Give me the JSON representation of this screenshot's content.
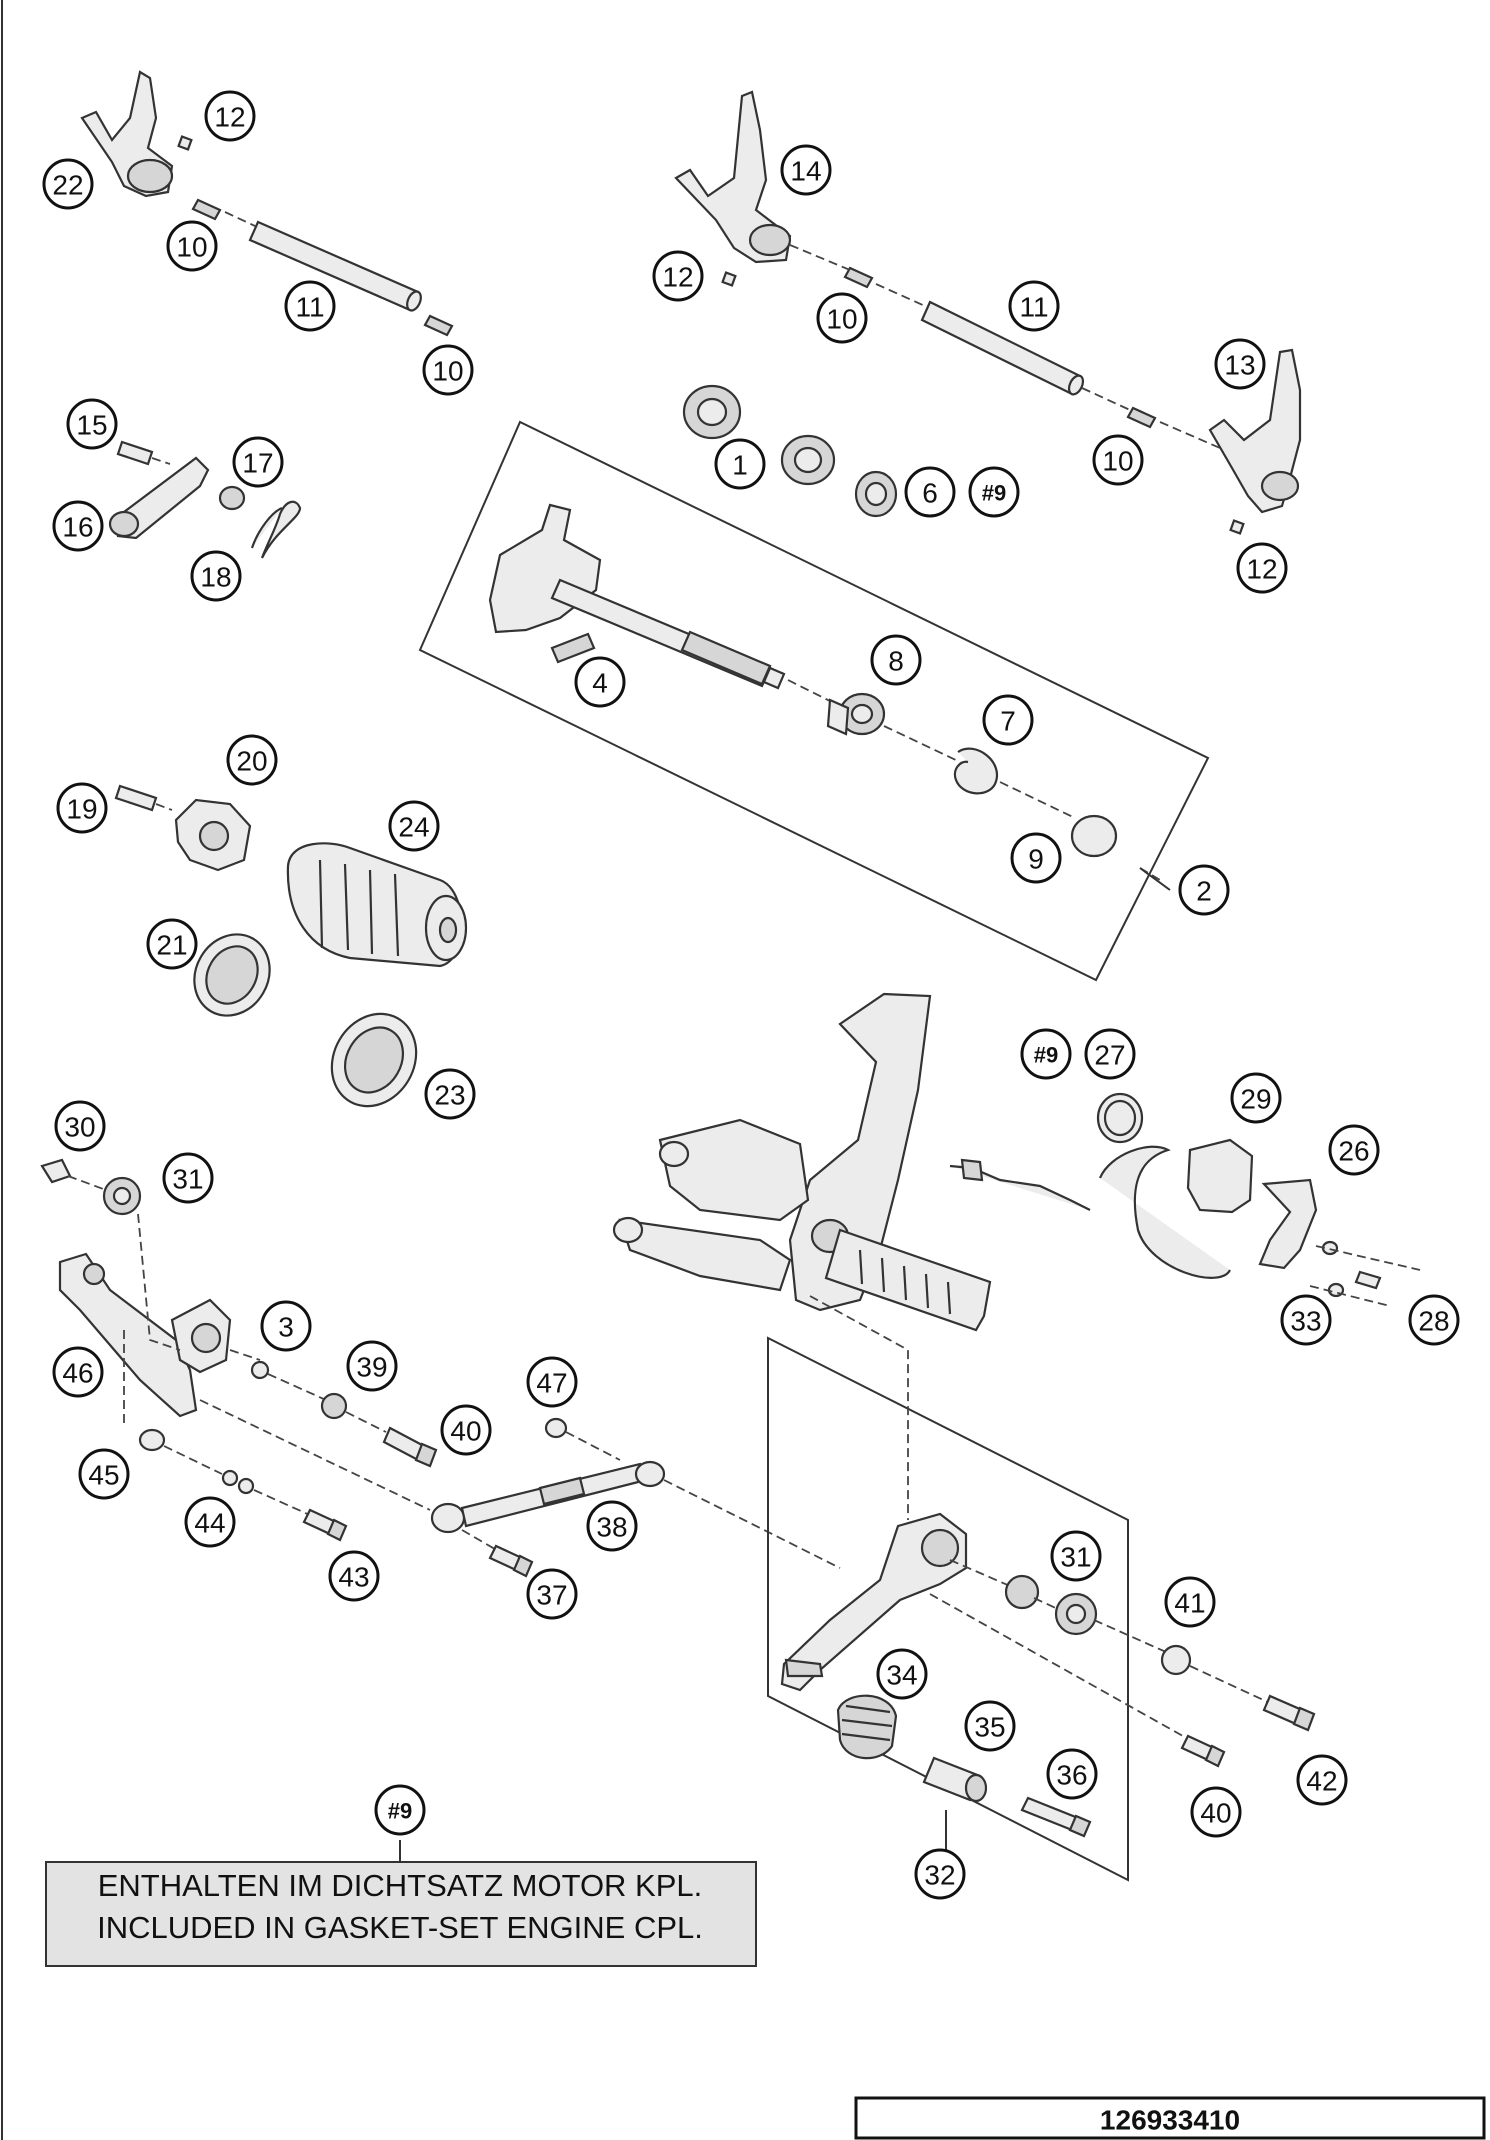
{
  "callouts": [
    {
      "id": "c12a",
      "label": "12"
    },
    {
      "id": "c22",
      "label": "22"
    },
    {
      "id": "c10a",
      "label": "10"
    },
    {
      "id": "c11a",
      "label": "11"
    },
    {
      "id": "c10b",
      "label": "10"
    },
    {
      "id": "c14",
      "label": "14"
    },
    {
      "id": "c12b",
      "label": "12"
    },
    {
      "id": "c10c",
      "label": "10"
    },
    {
      "id": "c11b",
      "label": "11"
    },
    {
      "id": "c13",
      "label": "13"
    },
    {
      "id": "c10d",
      "label": "10"
    },
    {
      "id": "c12c",
      "label": "12"
    },
    {
      "id": "c1",
      "label": "1"
    },
    {
      "id": "c6",
      "label": "6"
    },
    {
      "id": "c9h1",
      "label": "#9"
    },
    {
      "id": "c15",
      "label": "15"
    },
    {
      "id": "c17",
      "label": "17"
    },
    {
      "id": "c16",
      "label": "16"
    },
    {
      "id": "c18",
      "label": "18"
    },
    {
      "id": "c4",
      "label": "4"
    },
    {
      "id": "c8",
      "label": "8"
    },
    {
      "id": "c7",
      "label": "7"
    },
    {
      "id": "c9",
      "label": "9"
    },
    {
      "id": "c2",
      "label": "2"
    },
    {
      "id": "c20",
      "label": "20"
    },
    {
      "id": "c19",
      "label": "19"
    },
    {
      "id": "c24",
      "label": "24"
    },
    {
      "id": "c21",
      "label": "21"
    },
    {
      "id": "c23",
      "label": "23"
    },
    {
      "id": "c9h2",
      "label": "#9"
    },
    {
      "id": "c27",
      "label": "27"
    },
    {
      "id": "c29",
      "label": "29"
    },
    {
      "id": "c26",
      "label": "26"
    },
    {
      "id": "c30",
      "label": "30"
    },
    {
      "id": "c31a",
      "label": "31"
    },
    {
      "id": "c33",
      "label": "33"
    },
    {
      "id": "c28",
      "label": "28"
    },
    {
      "id": "c3",
      "label": "3"
    },
    {
      "id": "c39",
      "label": "39"
    },
    {
      "id": "c46",
      "label": "46"
    },
    {
      "id": "c40a",
      "label": "40"
    },
    {
      "id": "c47",
      "label": "47"
    },
    {
      "id": "c45",
      "label": "45"
    },
    {
      "id": "c44",
      "label": "44"
    },
    {
      "id": "c38",
      "label": "38"
    },
    {
      "id": "c43",
      "label": "43"
    },
    {
      "id": "c37",
      "label": "37"
    },
    {
      "id": "c31b",
      "label": "31"
    },
    {
      "id": "c41",
      "label": "41"
    },
    {
      "id": "c34",
      "label": "34"
    },
    {
      "id": "c35",
      "label": "35"
    },
    {
      "id": "c36",
      "label": "36"
    },
    {
      "id": "c40b",
      "label": "40"
    },
    {
      "id": "c42",
      "label": "42"
    },
    {
      "id": "c32",
      "label": "32"
    },
    {
      "id": "c9h3",
      "label": "#9"
    }
  ],
  "legend_note": {
    "line1": "ENTHALTEN IM DICHTSATZ MOTOR KPL.",
    "line2": "INCLUDED IN GASKET-SET ENGINE CPL."
  },
  "document_number": "126933410"
}
